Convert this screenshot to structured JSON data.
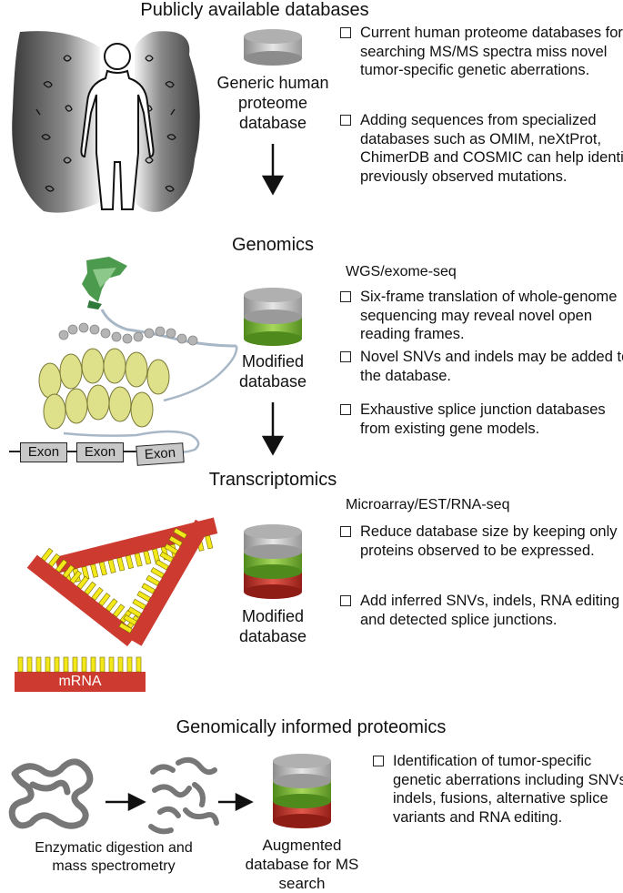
{
  "sections": {
    "public": {
      "heading": "Publicly available databases",
      "db_label": "Generic human proteome database",
      "bullets": [
        "Current human proteome databases for searching MS/MS spectra miss novel tumor-specific genetic aberrations.",
        "Adding sequences from specialized databases such as OMIM, neXtProt, ChimerDB and COSMIC can help identify previously observed mutations."
      ]
    },
    "genomics": {
      "heading": "Genomics",
      "subheading": "WGS/exome-seq",
      "db_label": "Modified database",
      "exon_labels": [
        "Exon",
        "Exon",
        "Exon"
      ],
      "bullets": [
        "Six-frame translation of whole-genome sequencing may reveal novel open reading frames.",
        "Novel SNVs and indels may be added to the database.",
        "Exhaustive splice junction databases from existing gene models."
      ]
    },
    "transcriptomics": {
      "heading": "Transcriptomics",
      "subheading": "Microarray/EST/RNA-seq",
      "db_label": "Modified database",
      "mrna_label": "mRNA",
      "bullets": [
        "Reduce database size by keeping only proteins observed to be expressed.",
        "Add inferred SNVs, indels, RNA editing and detected splice junctions."
      ]
    },
    "proteomics": {
      "heading": "Genomically informed proteomics",
      "digest_label": "Enzymatic digestion and mass spectrometry",
      "db_label": "Augmented database for MS search",
      "bullets": [
        "Identification of tumor-specific genetic aberrations including SNVs, indels, fusions, alternative splice variants and RNA editing."
      ]
    }
  },
  "colors": {
    "db_gray": "#b8b8b8",
    "db_green": "#7cb83a",
    "db_red": "#c8322a",
    "mrna_red": "#cc3a30",
    "mrna_yellow": "#f2e81a",
    "dna_green": "#2f7a3a",
    "chromatin_yellow": "#dfe08a"
  }
}
